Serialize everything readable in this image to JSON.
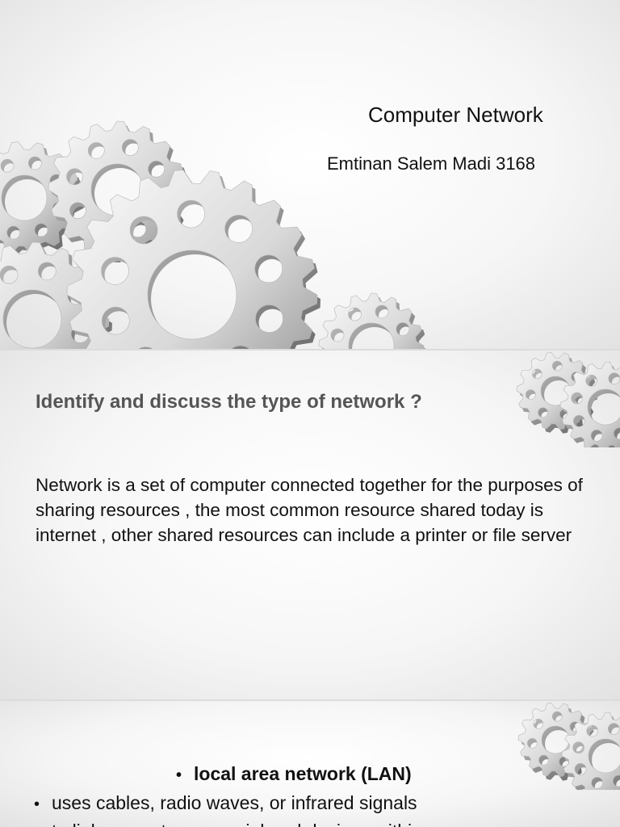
{
  "slides": [
    {
      "title": "Computer Network",
      "subtitle": "Emtinan Salem Madi 3168"
    },
    {
      "heading": "Identify and discuss the type of network ?",
      "body": "Network is a set of computer connected together for the purposes of sharing resources , the most common resource shared today is internet , other shared resources can include a printer or file server"
    },
    {
      "bullets": [
        {
          "text": "local area network (LAN)",
          "bold": true
        },
        {
          "text": "uses cables, radio waves, or infrared signals",
          "bold": false
        },
        {
          "text": "to link computers or peripheral devices within",
          "bold": false
        }
      ]
    }
  ],
  "icons": {
    "decoration": "gears-icon"
  },
  "colors": {
    "heading": "#555555",
    "text": "#111111",
    "gear_light": "#f4f4f4",
    "gear_dark": "#8a8a8a"
  }
}
